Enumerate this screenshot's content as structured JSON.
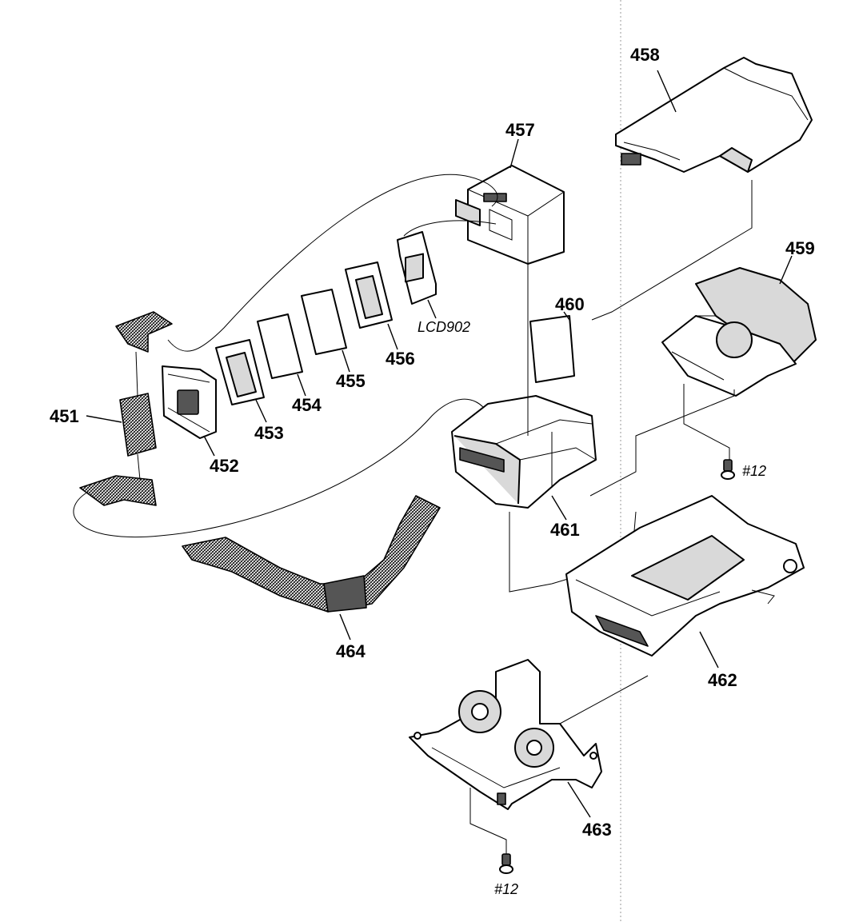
{
  "labels": {
    "p451": "451",
    "p452": "452",
    "p453": "453",
    "p454": "454",
    "p455": "455",
    "p456": "456",
    "p457": "457",
    "p458": "458",
    "p459": "459",
    "p460": "460",
    "p461": "461",
    "p462": "462",
    "p463": "463",
    "p464": "464",
    "lcd": "LCD902",
    "screw_a": "#12",
    "screw_b": "#12"
  }
}
